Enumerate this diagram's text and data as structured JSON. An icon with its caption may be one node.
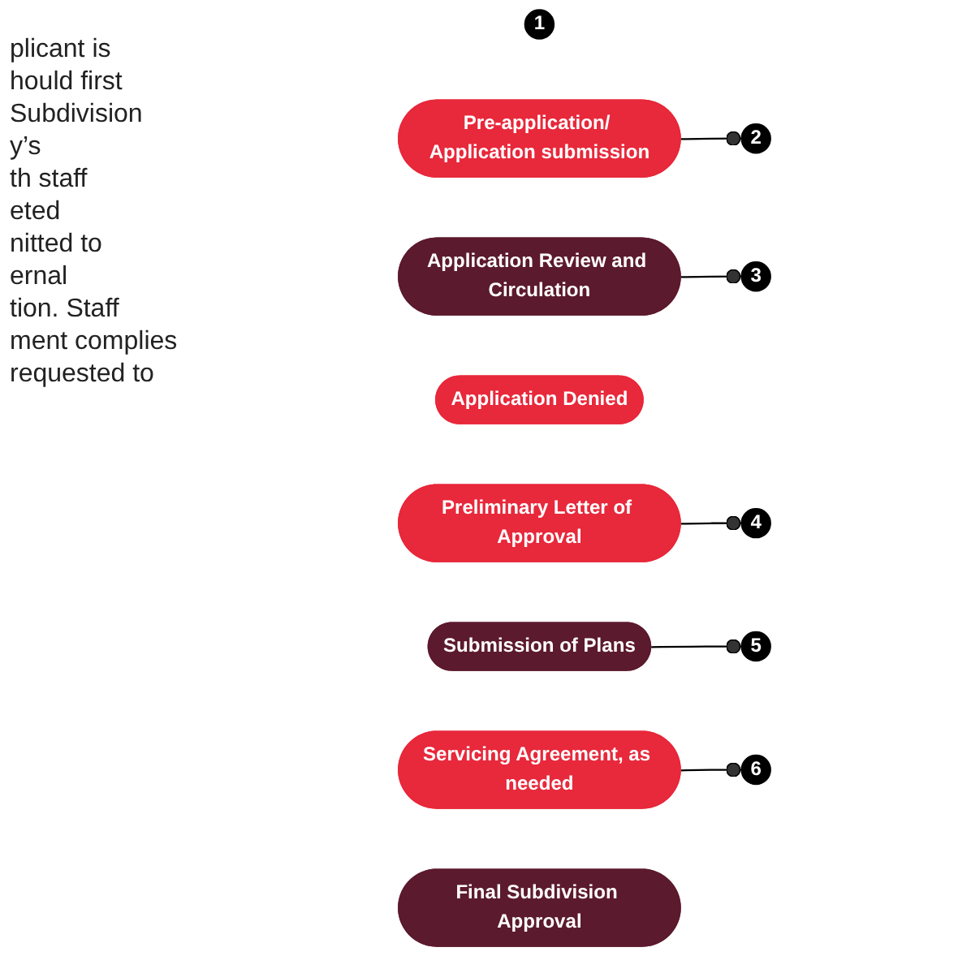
{
  "diagram": {
    "nodes": [
      {
        "text": [
          "1"
        ]
      },
      {
        "text": [
          "Pre-application/ Application submission"
        ]
      },
      {
        "text": [
          "Application Review and Circulation"
        ]
      },
      {
        "text": [
          "2"
        ]
      },
      {
        "text": [
          "Application Denied"
        ]
      },
      {
        "text": [
          "3"
        ]
      },
      {
        "text": [
          "Preliminary Letter of Approval"
        ]
      },
      {
        "text": [
          "Submission of  Plans"
        ]
      },
      {
        "text": [
          "4"
        ]
      },
      {
        "text": [
          "5"
        ]
      },
      {
        "text": [
          "Servicing Agreement, as needed"
        ]
      },
      {
        "text": [
          "Final Subdivision Approval"
        ]
      },
      {
        "text": [
          "6"
        ]
      }
    ],
    "edges": [
      {
        "from": 1,
        "to": 3,
        "arrow": "other"
      },
      {
        "from": 2,
        "to": 5,
        "arrow": "other"
      },
      {
        "from": 6,
        "to": 8,
        "arrow": "other"
      },
      {
        "from": 7,
        "to": 9,
        "arrow": "other"
      },
      {
        "from": 10,
        "to": 12,
        "arrow": "other"
      }
    ],
    "labels": [
      "plicant is",
      "hould first",
      "Subdivision",
      "y’s",
      "th staff",
      "eted",
      "nitted to",
      "ernal",
      "tion.  Staff",
      "ment complies",
      "requested to"
    ]
  }
}
